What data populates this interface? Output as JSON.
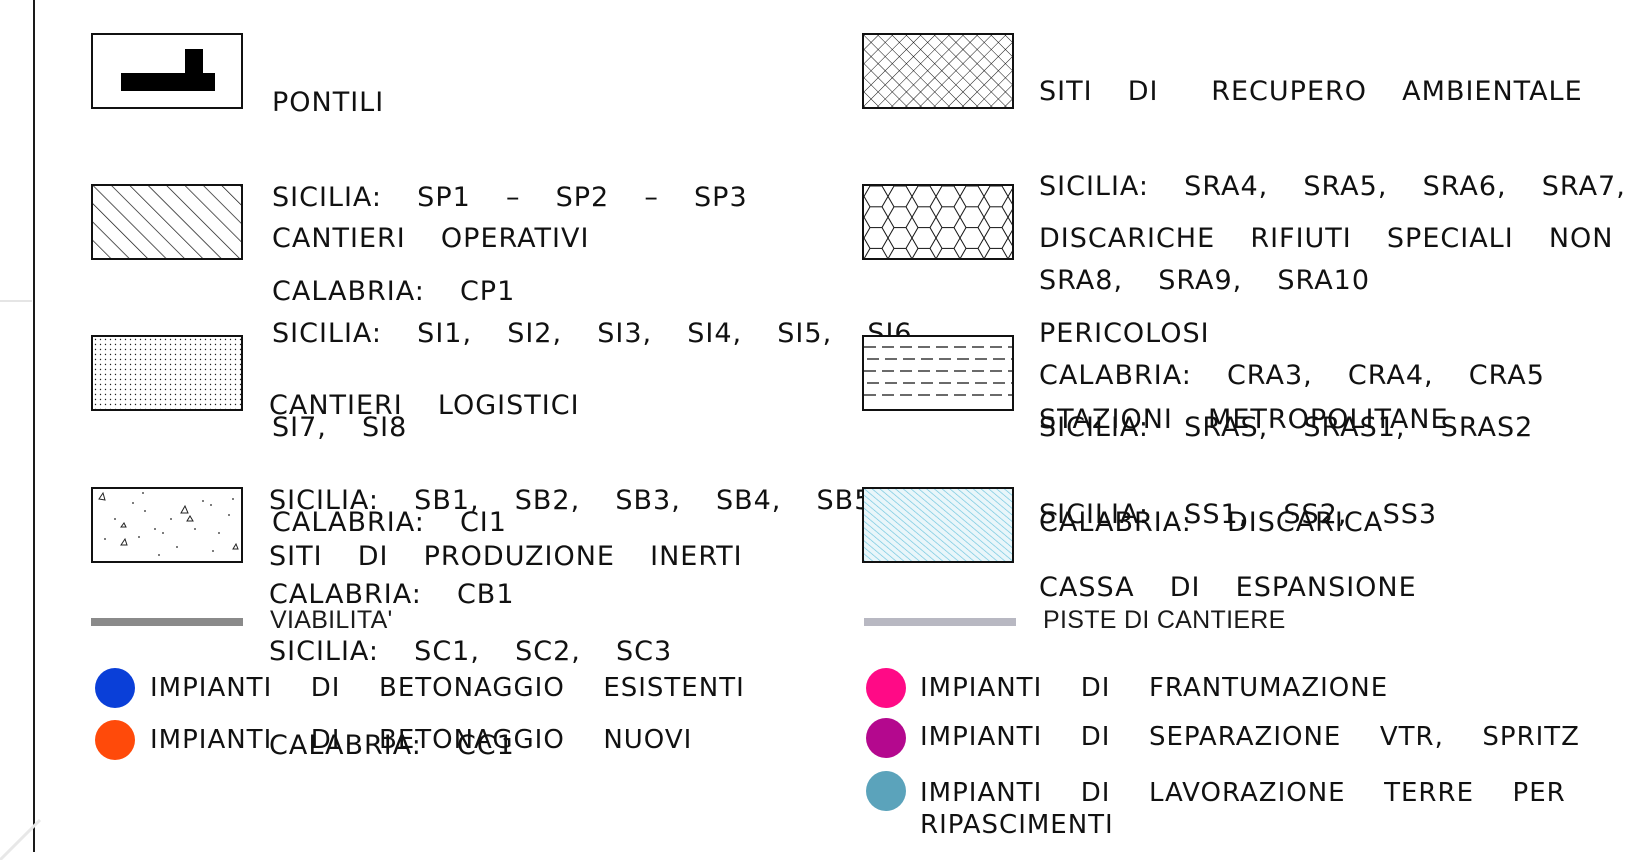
{
  "legend": {
    "left_items": [
      {
        "lines": [
          "PONTILI",
          "SICILIA:  SP1  –  SP2  –  SP3",
          "CALABRIA:  CP1"
        ]
      },
      {
        "lines": [
          "CANTIERI  OPERATIVI",
          "SICILIA:  SI1,  SI2,  SI3,  SI4,  SI5,  SI6,",
          "SI7,  SI8",
          "CALABRIA:  CI1"
        ]
      },
      {
        "lines": [
          "CANTIERI  LOGISTICI",
          "SICILIA:  SB1,  SB2,  SB3,  SB4,  SB5",
          "CALABRIA:  CB1"
        ]
      },
      {
        "lines": [
          "SITI  DI  PRODUZIONE  INERTI",
          "SICILIA:  SC1,  SC2,  SC3",
          "CALABRIA:  CC1"
        ]
      }
    ],
    "right_items": [
      {
        "lines": [
          "SITI  DI   RECUPERO  AMBIENTALE",
          "SICILIA:  SRA4,  SRA5,  SRA6,  SRA7,",
          "SRA8,  SRA9,  SRA10",
          "CALABRIA:  CRA3,  CRA4,  CRA5"
        ]
      },
      {
        "lines": [
          "DISCARICHE  RIFIUTI  SPECIALI  NON",
          "PERICOLOSI",
          "SICILIA:  SRAS,  SRAS1,  SRAS2",
          "CALABRIA:  DISCARICA"
        ]
      },
      {
        "lines": [
          "STAZIONI  METROPOLITANE",
          "SICILIA:  SS1,  SS2,  SS3"
        ]
      },
      {
        "lines": [
          "CASSA  DI  ESPANSIONE"
        ]
      }
    ],
    "lines": [
      {
        "label": "VIABILITA'",
        "color": "#8a8a8a"
      },
      {
        "label": "PISTE DI CANTIERE",
        "color": "#b8b8c2"
      }
    ],
    "dots_left": [
      {
        "label": "IMPIANTI  DI  BETONAGGIO  ESISTENTI",
        "color": "#0a3fd8"
      },
      {
        "label": "IMPIANTI  DI  BETONAGGIO  NUOVI",
        "color": "#ff4a0a"
      }
    ],
    "dots_right": [
      {
        "label": "IMPIANTI  DI  FRANTUMAZIONE",
        "color": "#ff0a86"
      },
      {
        "label": "IMPIANTI  DI  SEPARAZIONE  VTR,  SPRITZ",
        "color": "#b4088e"
      },
      {
        "label": "IMPIANTI  DI  LAVORAZIONE  TERRE  PER",
        "label2": "RIPASCIMENTI",
        "color": "#5ba3bb"
      }
    ]
  }
}
